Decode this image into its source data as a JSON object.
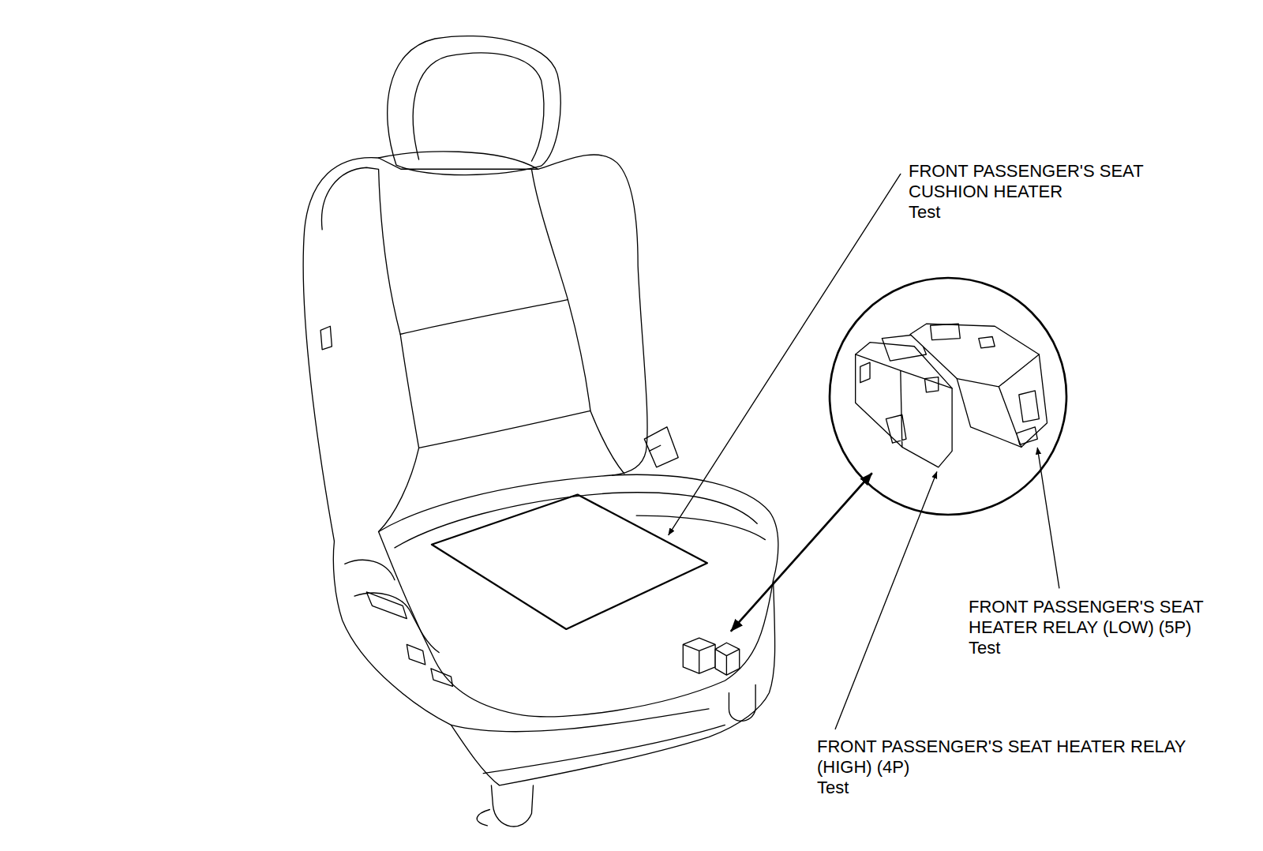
{
  "diagram": {
    "labels": [
      "FRONT PASSENGER'S SEAT CUSHION HEATER",
      "Test",
      "FRONT PASSENGER'S SEAT HEATER RELAY (LOW) (5P)",
      "Test",
      "FRONT PASSENGER'S SEAT HEATER RELAY (HIGH) (4P)",
      "Test"
    ]
  }
}
